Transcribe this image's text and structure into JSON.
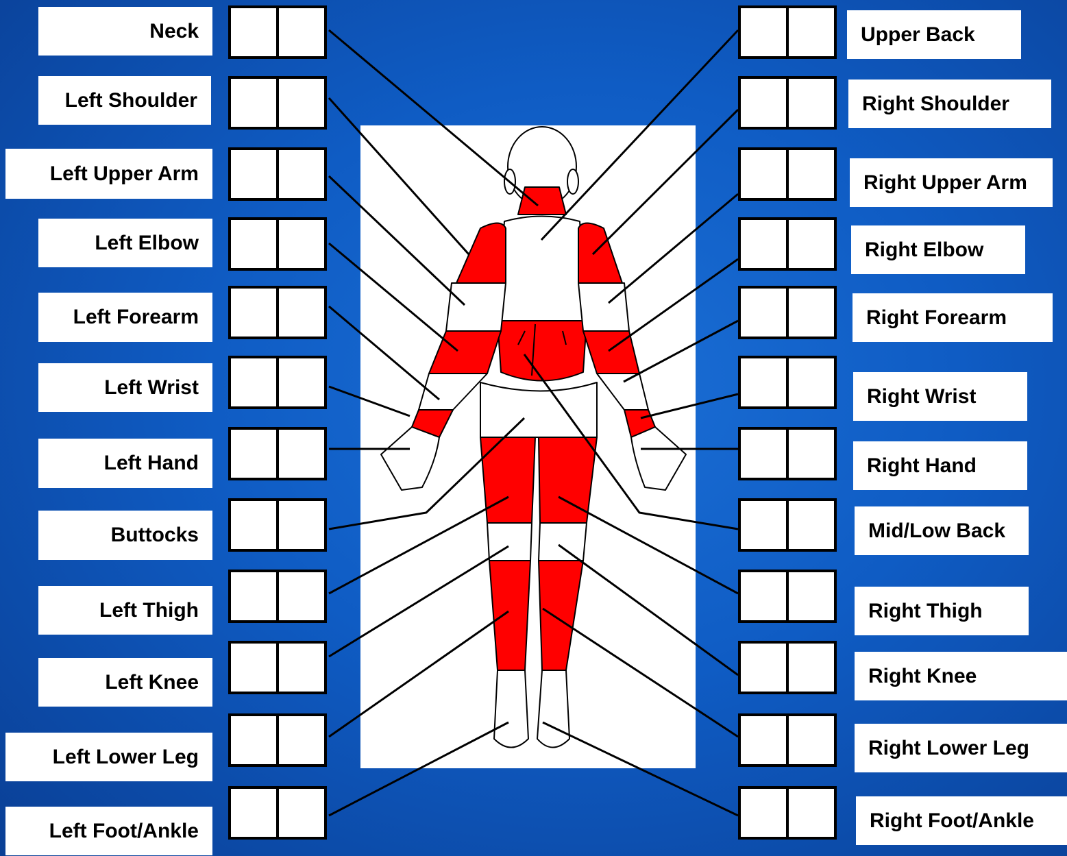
{
  "left_parts": [
    {
      "id": "neck",
      "label": "Neck"
    },
    {
      "id": "left-shoulder",
      "label": "Left Shoulder"
    },
    {
      "id": "left-upper-arm",
      "label": "Left Upper Arm"
    },
    {
      "id": "left-elbow",
      "label": "Left Elbow"
    },
    {
      "id": "left-forearm",
      "label": "Left Forearm"
    },
    {
      "id": "left-wrist",
      "label": "Left Wrist"
    },
    {
      "id": "left-hand",
      "label": "Left Hand"
    },
    {
      "id": "buttocks",
      "label": "Buttocks"
    },
    {
      "id": "left-thigh",
      "label": "Left Thigh"
    },
    {
      "id": "left-knee",
      "label": "Left Knee"
    },
    {
      "id": "left-lower-leg",
      "label": "Left Lower Leg"
    },
    {
      "id": "left-foot-ankle",
      "label": "Left Foot/Ankle"
    }
  ],
  "right_parts": [
    {
      "id": "upper-back",
      "label": "Upper Back"
    },
    {
      "id": "right-shoulder",
      "label": "Right Shoulder"
    },
    {
      "id": "right-upper-arm",
      "label": "Right Upper Arm"
    },
    {
      "id": "right-elbow",
      "label": "Right Elbow"
    },
    {
      "id": "right-forearm",
      "label": "Right Forearm"
    },
    {
      "id": "right-wrist",
      "label": "Right Wrist"
    },
    {
      "id": "right-hand",
      "label": "Right Hand"
    },
    {
      "id": "mid-low-back",
      "label": "Mid/Low Back"
    },
    {
      "id": "right-thigh",
      "label": "Right Thigh"
    },
    {
      "id": "right-knee",
      "label": "Right Knee"
    },
    {
      "id": "right-lower-leg",
      "label": "Right Lower Leg"
    },
    {
      "id": "right-foot-ankle",
      "label": "Right Foot/Ankle"
    }
  ],
  "colors": {
    "highlight": "#ff0000",
    "background": "#0f5cc4",
    "outline": "#000000"
  }
}
